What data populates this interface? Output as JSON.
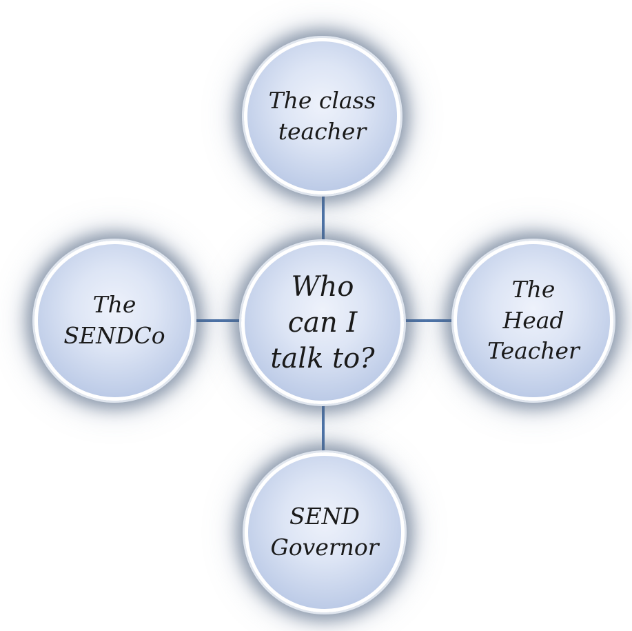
{
  "diagram": {
    "center": {
      "label": "Who\ncan I\ntalk to?"
    },
    "nodes": {
      "top": {
        "label": "The class\nteacher"
      },
      "left": {
        "label": "The\nSENDCo"
      },
      "right": {
        "label": "The\nHead\nTeacher"
      },
      "bottom": {
        "label": "SEND\nGovernor"
      }
    },
    "colors": {
      "connector": "#4a72a8",
      "circle_fill": "#c6d3ec",
      "circle_border": "#ffffff",
      "glow": "#485c7a"
    }
  }
}
